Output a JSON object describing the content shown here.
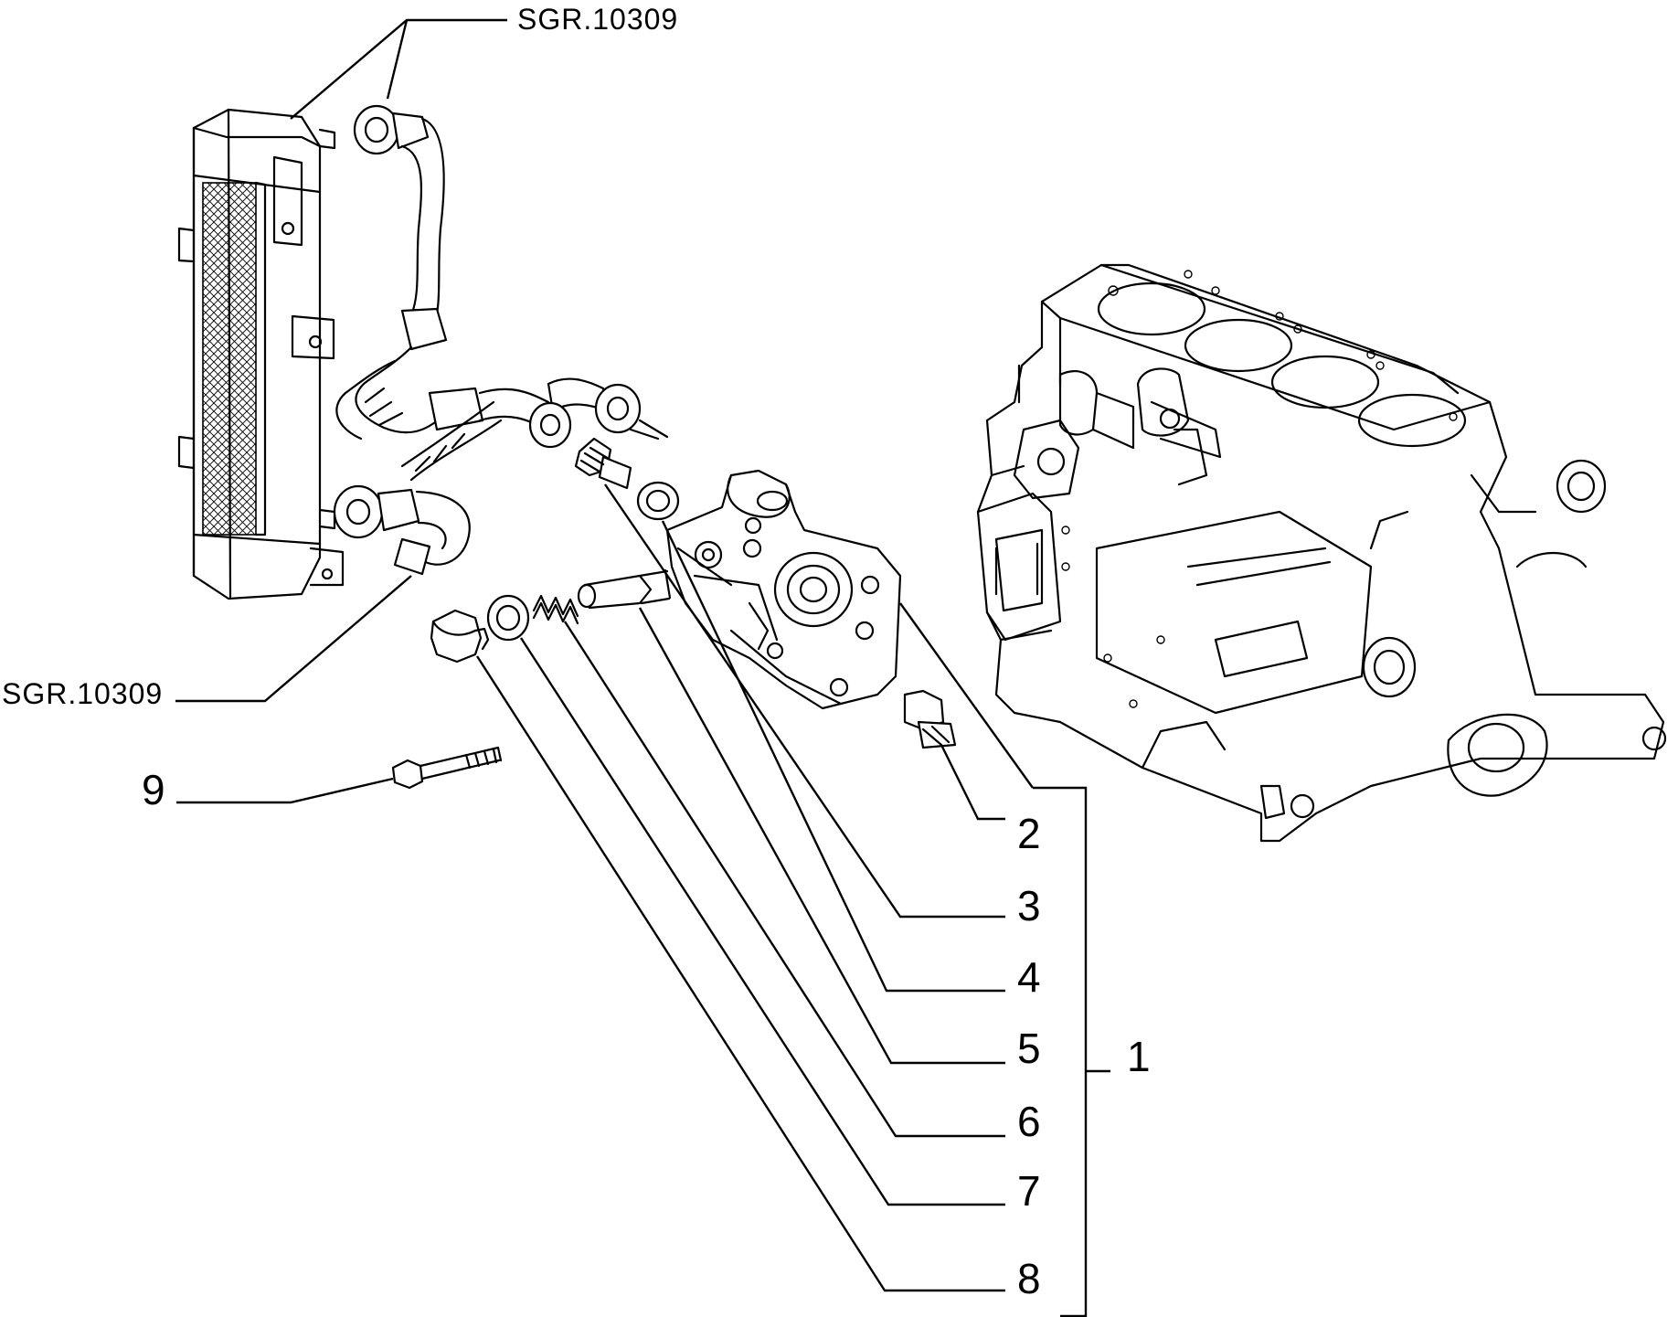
{
  "diagram": {
    "references": {
      "top": "SGR.10309",
      "left": "SGR.10309"
    },
    "callouts": {
      "c1": "1",
      "c2": "2",
      "c3": "3",
      "c4": "4",
      "c5": "5",
      "c6": "6",
      "c7": "7",
      "c8": "8",
      "c9": "9"
    }
  }
}
